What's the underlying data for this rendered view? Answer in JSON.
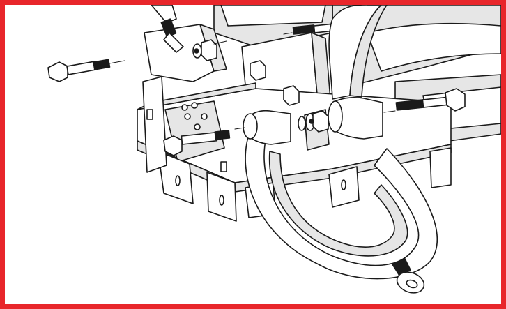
{
  "colors": {
    "frame_border": "#e8262b",
    "line": "#1a1a1a",
    "fill_light": "#ffffff",
    "fill_shadow": "#e6e6e6",
    "thread_lock": "#1a1a1a"
  },
  "parts": {
    "frame_rails": "frame-rail",
    "bumper_plate": "bumper-mount-plate",
    "u_bar": "tow-u-bar",
    "eye_bolt": "eye-bolt",
    "bolts": [
      "hex-bolt-left",
      "hex-bolt-upper-left",
      "hex-bolt-center",
      "hex-bolt-top-right",
      "hex-bolt-right"
    ],
    "nuts": [
      "hex-nut-upper",
      "hex-nut-center"
    ],
    "hose_fitting": "hydraulic-hose-fitting"
  }
}
